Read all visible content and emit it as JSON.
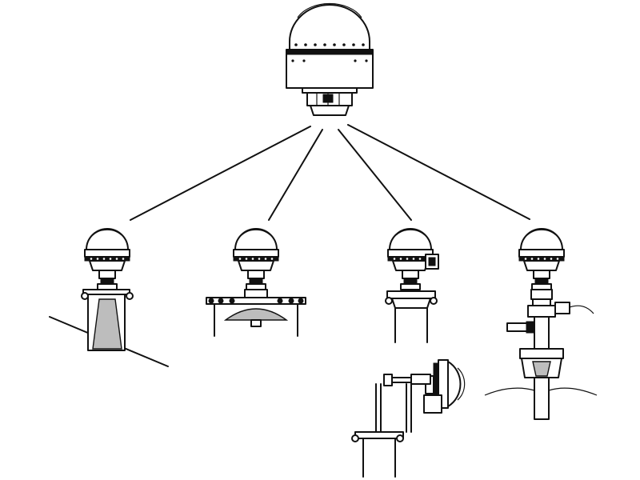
{
  "diagram": {
    "palette": {
      "ink": "#111111",
      "paper": "#ffffff",
      "shade": "#bdbdbd"
    },
    "main_unit": {
      "icon": "radar-level-transmitter-housing-icon"
    },
    "connections": [
      {
        "from": "main-unit",
        "to": "variant-horn-antenna"
      },
      {
        "from": "main-unit",
        "to": "variant-flanged-parabolic"
      },
      {
        "from": "main-unit",
        "to": "variant-pipe-mounted"
      },
      {
        "from": "main-unit",
        "to": "variant-valve-isolated"
      }
    ],
    "variants": [
      {
        "icon": "horn-antenna-transmitter-icon"
      },
      {
        "icon": "parabolic-antenna-transmitter-icon"
      },
      {
        "icon": "pipe-mounted-transmitter-icon"
      },
      {
        "icon": "valve-isolated-transmitter-icon"
      },
      {
        "icon": "swivel-mounted-transmitter-icon"
      }
    ]
  }
}
